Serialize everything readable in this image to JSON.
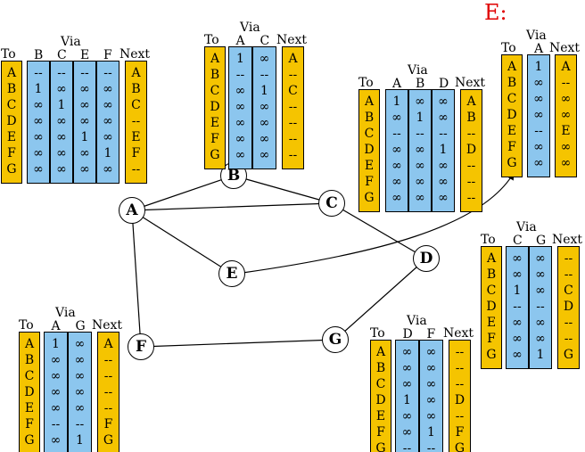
{
  "nodes": [
    {
      "id": "A",
      "label": "A"
    },
    {
      "id": "B",
      "label": "B"
    },
    {
      "id": "C",
      "label": "C"
    },
    {
      "id": "D",
      "label": "D"
    },
    {
      "id": "E",
      "label": "E"
    },
    {
      "id": "F",
      "label": "F"
    },
    {
      "id": "G",
      "label": "G"
    }
  ],
  "edges": [
    [
      "A",
      "B"
    ],
    [
      "A",
      "C"
    ],
    [
      "A",
      "E"
    ],
    [
      "A",
      "F"
    ],
    [
      "B",
      "C"
    ],
    [
      "C",
      "D"
    ],
    [
      "D",
      "G"
    ],
    [
      "F",
      "G"
    ]
  ],
  "highlight_label": "E:",
  "tables": [
    {
      "id": "A",
      "to_label": "To",
      "via_label": "Via",
      "next_label": "Next",
      "via_nodes": [
        "B",
        "C",
        "E",
        "F"
      ],
      "dest": [
        "A",
        "B",
        "C",
        "D",
        "E",
        "F",
        "G"
      ],
      "via": [
        [
          "--",
          "--",
          "--",
          "--"
        ],
        [
          "1",
          "∞",
          "∞",
          "∞"
        ],
        [
          "∞",
          "1",
          "∞",
          "∞"
        ],
        [
          "∞",
          "∞",
          "∞",
          "∞"
        ],
        [
          "∞",
          "∞",
          "1",
          "∞"
        ],
        [
          "∞",
          "∞",
          "∞",
          "1"
        ],
        [
          "∞",
          "∞",
          "∞",
          "∞"
        ]
      ],
      "next": [
        "A",
        "B",
        "C",
        "--",
        "E",
        "F",
        "--"
      ]
    },
    {
      "id": "B",
      "to_label": "To",
      "via_label": "Via",
      "next_label": "Next",
      "via_nodes": [
        "A",
        "C"
      ],
      "dest": [
        "A",
        "B",
        "C",
        "D",
        "E",
        "F",
        "G"
      ],
      "via": [
        [
          "1",
          "∞"
        ],
        [
          "--",
          "--"
        ],
        [
          "∞",
          "1"
        ],
        [
          "∞",
          "∞"
        ],
        [
          "∞",
          "∞"
        ],
        [
          "∞",
          "∞"
        ],
        [
          "∞",
          "∞"
        ]
      ],
      "next": [
        "A",
        "--",
        "C",
        "--",
        "--",
        "--",
        "--"
      ]
    },
    {
      "id": "C",
      "to_label": "To",
      "via_label": "Via",
      "next_label": "Next",
      "via_nodes": [
        "A",
        "B",
        "D"
      ],
      "dest": [
        "A",
        "B",
        "C",
        "D",
        "E",
        "F",
        "G"
      ],
      "via": [
        [
          "1",
          "∞",
          "∞"
        ],
        [
          "∞",
          "1",
          "∞"
        ],
        [
          "--",
          "--",
          "--"
        ],
        [
          "∞",
          "∞",
          "1"
        ],
        [
          "∞",
          "∞",
          "∞"
        ],
        [
          "∞",
          "∞",
          "∞"
        ],
        [
          "∞",
          "∞",
          "∞"
        ]
      ],
      "next": [
        "A",
        "B",
        "--",
        "D",
        "--",
        "--",
        "--"
      ]
    },
    {
      "id": "E",
      "to_label": "To",
      "via_label": "Via",
      "next_label": "Next",
      "via_nodes": [
        "A"
      ],
      "dest": [
        "A",
        "B",
        "C",
        "D",
        "E",
        "F",
        "G"
      ],
      "via": [
        [
          "1"
        ],
        [
          "∞"
        ],
        [
          "∞"
        ],
        [
          "∞"
        ],
        [
          "--"
        ],
        [
          "∞"
        ],
        [
          "∞"
        ]
      ],
      "next": [
        "A",
        "--",
        "∞",
        "∞",
        "E",
        "∞",
        "∞"
      ]
    },
    {
      "id": "D",
      "to_label": "To",
      "via_label": "Via",
      "next_label": "Next",
      "via_nodes": [
        "C",
        "G"
      ],
      "dest": [
        "A",
        "B",
        "C",
        "D",
        "E",
        "F",
        "G"
      ],
      "via": [
        [
          "∞",
          "∞"
        ],
        [
          "∞",
          "∞"
        ],
        [
          "1",
          "∞"
        ],
        [
          "--",
          "--"
        ],
        [
          "∞",
          "∞"
        ],
        [
          "∞",
          "∞"
        ],
        [
          "∞",
          "1"
        ]
      ],
      "next": [
        "--",
        "--",
        "C",
        "D",
        "--",
        "--",
        "G"
      ]
    },
    {
      "id": "F",
      "to_label": "To",
      "via_label": "Via",
      "next_label": "Next",
      "via_nodes": [
        "A",
        "G"
      ],
      "dest": [
        "A",
        "B",
        "C",
        "D",
        "E",
        "F",
        "G"
      ],
      "via": [
        [
          "1",
          "∞"
        ],
        [
          "∞",
          "∞"
        ],
        [
          "∞",
          "∞"
        ],
        [
          "∞",
          "∞"
        ],
        [
          "∞",
          "∞"
        ],
        [
          "--",
          "--"
        ],
        [
          "∞",
          "1"
        ]
      ],
      "next": [
        "A",
        "--",
        "--",
        "--",
        "--",
        "F",
        "G"
      ]
    },
    {
      "id": "G",
      "to_label": "To",
      "via_label": "Via",
      "next_label": "Next",
      "via_nodes": [
        "D",
        "F"
      ],
      "dest": [
        "A",
        "B",
        "C",
        "D",
        "E",
        "F",
        "G"
      ],
      "via": [
        [
          "∞",
          "∞"
        ],
        [
          "∞",
          "∞"
        ],
        [
          "∞",
          "∞"
        ],
        [
          "1",
          "∞"
        ],
        [
          "∞",
          "∞"
        ],
        [
          "∞",
          "1"
        ],
        [
          "--",
          "--"
        ]
      ],
      "next": [
        "--",
        "--",
        "--",
        "D",
        "--",
        "F",
        "G"
      ]
    }
  ]
}
